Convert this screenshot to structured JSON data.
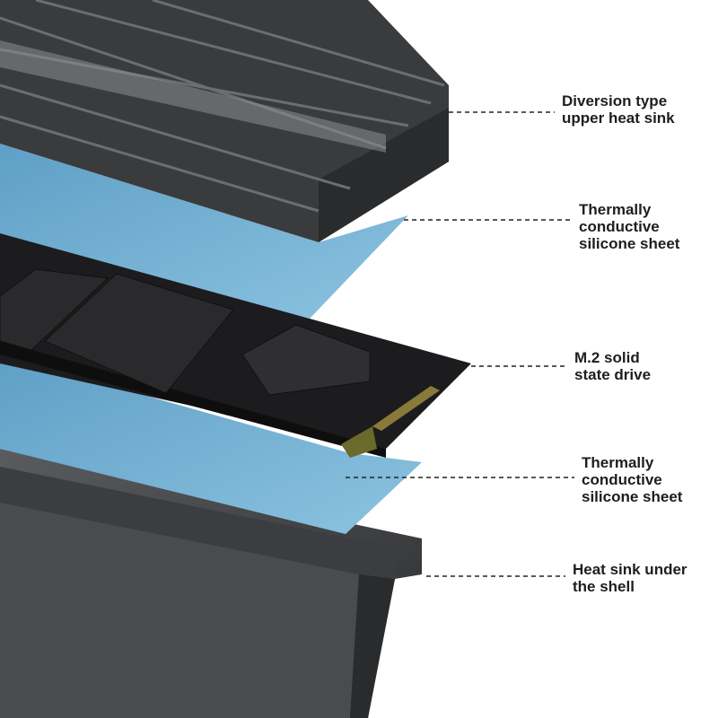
{
  "labels": [
    {
      "lines": [
        "Diversion type",
        "upper heat sink"
      ]
    },
    {
      "lines": [
        "Thermally",
        "conductive",
        "silicone sheet"
      ]
    },
    {
      "lines": [
        "M.2 solid",
        "state drive"
      ]
    },
    {
      "lines": [
        "Thermally",
        "conductive",
        "silicone sheet"
      ]
    },
    {
      "lines": [
        "Heat sink under",
        "the shell"
      ]
    }
  ],
  "colors": {
    "heatsink": "#3a3b3d",
    "silicone": "#7fb6d6",
    "ssd": "#1c1c1e",
    "text": "#1e1e1e"
  }
}
